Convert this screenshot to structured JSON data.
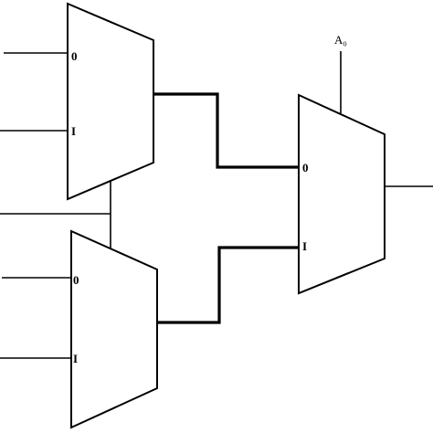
{
  "diagram": {
    "mux_top": {
      "input_0_label": "0",
      "input_1_label": "I"
    },
    "mux_bottom": {
      "input_0_label": "0",
      "input_1_label": "I"
    },
    "mux_output": {
      "input_0_label": "0",
      "input_1_label": "I",
      "select_label": "A₀"
    },
    "colors": {
      "stroke": "#000000",
      "background": "#ffffff"
    }
  }
}
